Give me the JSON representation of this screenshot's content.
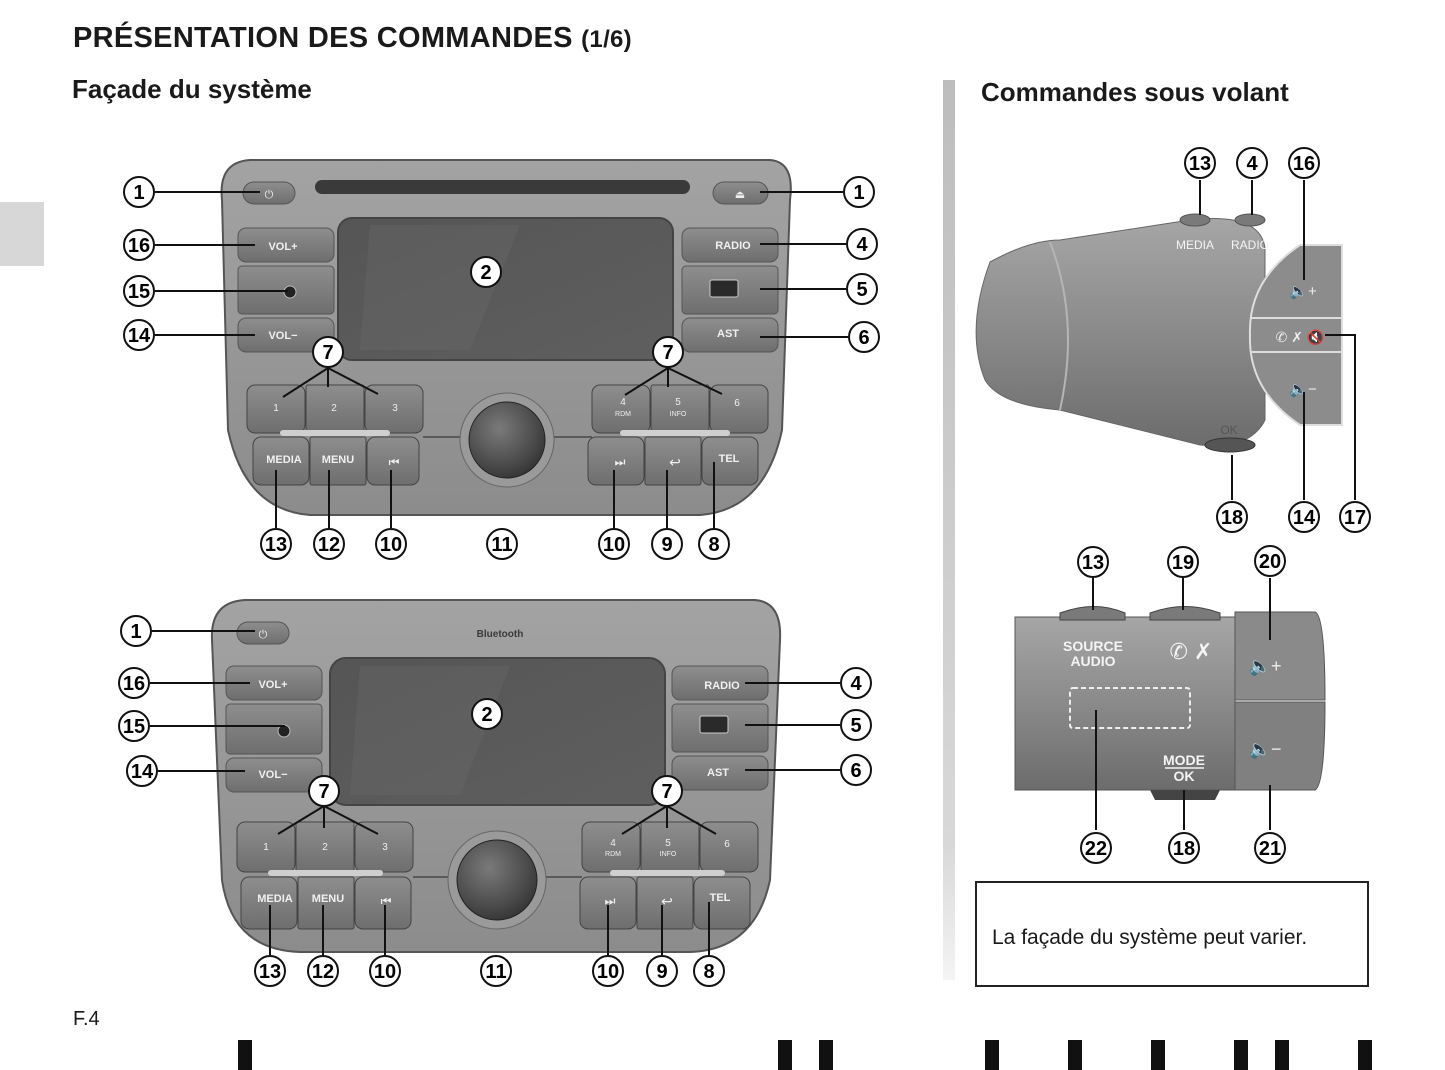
{
  "page": {
    "title": "PRÉSENTATION DES COMMANDES",
    "title_suffix": "(1/6)",
    "left_heading": "Façade du système",
    "right_heading": "Commandes sous volant",
    "note": "La façade du système peut varier.",
    "page_number": "F.4"
  },
  "panel_top": {
    "buttons": {
      "vol_plus": "VOL+",
      "vol_minus": "VOL−",
      "radio": "RADIO",
      "ast": "AST",
      "p1": "1",
      "p2": "2",
      "p3": "3",
      "p4": "4",
      "p4_sub": "RDM",
      "p5": "5",
      "p5_sub": "INFO",
      "p6": "6",
      "media": "MEDIA",
      "menu": "MENU",
      "tel": "TEL"
    },
    "callouts": [
      "1",
      "16",
      "15",
      "14",
      "1",
      "4",
      "5",
      "6",
      "2",
      "7",
      "7",
      "13",
      "12",
      "10",
      "11",
      "10",
      "9",
      "8"
    ]
  },
  "panel_bottom": {
    "brand": "Bluetooth",
    "buttons": {
      "vol_plus": "VOL+",
      "vol_minus": "VOL−",
      "radio": "RADIO",
      "ast": "AST",
      "p1": "1",
      "p2": "2",
      "p3": "3",
      "p4": "4",
      "p4_sub": "RDM",
      "p5": "5",
      "p5_sub": "INFO",
      "p6": "6",
      "media": "MEDIA",
      "menu": "MENU",
      "tel": "TEL"
    },
    "callouts": [
      "1",
      "16",
      "15",
      "14",
      "4",
      "5",
      "6",
      "2",
      "7",
      "7",
      "13",
      "12",
      "10",
      "11",
      "10",
      "9",
      "8"
    ]
  },
  "stalk_top": {
    "labels": {
      "media": "MEDIA",
      "radio": "RADIO",
      "ok": "OK"
    },
    "callouts": [
      "13",
      "4",
      "16",
      "18",
      "14",
      "17"
    ]
  },
  "stalk_bottom": {
    "labels": {
      "source1": "SOURCE",
      "source2": "AUDIO",
      "mode": "MODE",
      "ok": "OK"
    },
    "callouts": [
      "13",
      "19",
      "20",
      "22",
      "18",
      "21"
    ]
  }
}
